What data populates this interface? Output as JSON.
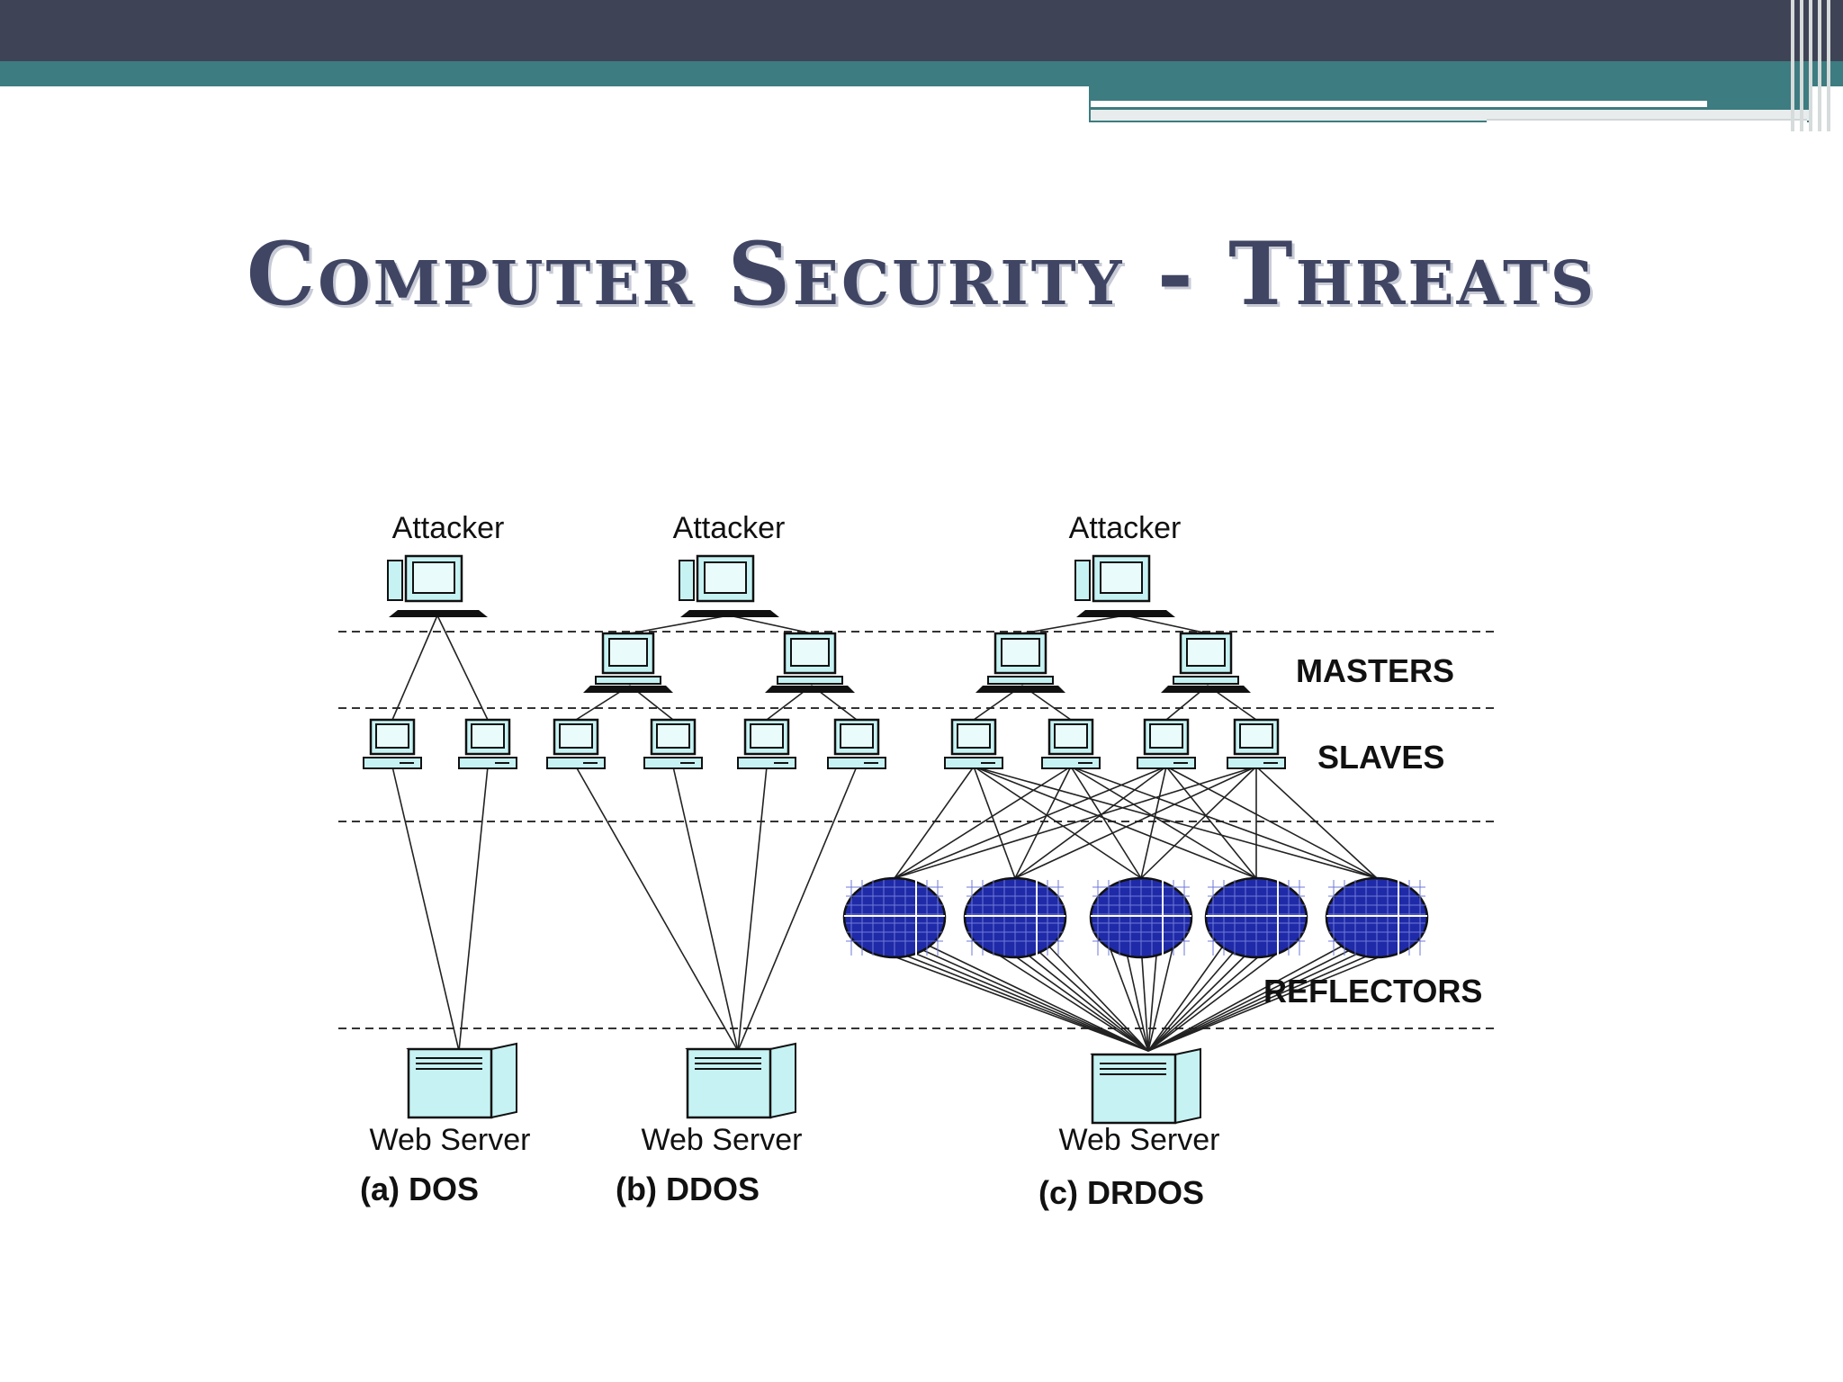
{
  "slide": {
    "title": "Computer Security - Threats"
  },
  "diagram": {
    "tier_labels": {
      "masters": "MASTERS",
      "slaves": "SLAVES",
      "reflectors": "REFLECTORS"
    },
    "panels": [
      {
        "attacker_label": "Attacker",
        "server_label": "Web Server",
        "caption": "(a) DOS"
      },
      {
        "attacker_label": "Attacker",
        "server_label": "Web Server",
        "caption": "(b) DDOS"
      },
      {
        "attacker_label": "Attacker",
        "server_label": "Web Server",
        "caption": "(c) DRDOS"
      }
    ]
  },
  "colors": {
    "header_dark": "#3f4356",
    "header_teal": "#3d7c80",
    "title": "#3f4562",
    "device_fill": "#c6f2f3",
    "reflector_fill": "#1f2aa8"
  }
}
